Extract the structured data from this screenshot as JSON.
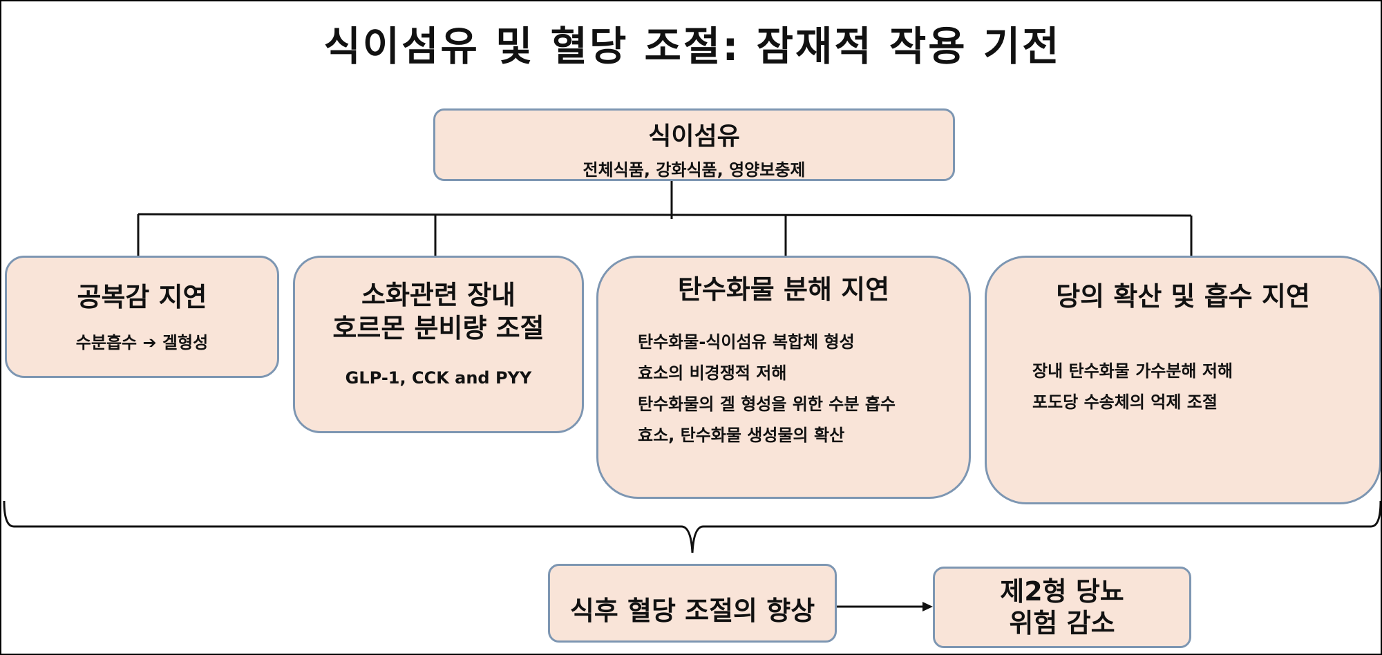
{
  "title": "식이섬유 및 혈당 조절: 잠재적 작용 기전",
  "top_box": {
    "title": "식이섬유",
    "subtitle": "전체식품, 강화식품, 영양보충제"
  },
  "mechanisms": [
    {
      "title": "공복감 지연",
      "detail": "수분흡수 ➔ 겔형성"
    },
    {
      "title_lines": [
        "소화관련 장내",
        "호르몬 분비량 조절"
      ],
      "detail": "GLP-1, CCK and PYY"
    },
    {
      "title": "탄수화물 분해 지연",
      "items": [
        "탄수화물-식이섬유 복합체 형성",
        "효소의 비경쟁적 저해",
        "탄수화물의 겔 형성을 위한 수분 흡수",
        "효소, 탄수화물 생성물의 확산"
      ]
    },
    {
      "title": "당의 확산 및 흡수 지연",
      "items": [
        "장내 탄수화물 가수분해 저해",
        "포도당 수송체의 억제 조절"
      ]
    }
  ],
  "outcomes": {
    "result": "식후 혈당 조절의 향상",
    "effect_lines": [
      "제2형 당뇨",
      "위험 감소"
    ]
  },
  "colors": {
    "box_fill": "#f9e4d8",
    "box_border": "#7d96b2",
    "connector": "#111111"
  }
}
